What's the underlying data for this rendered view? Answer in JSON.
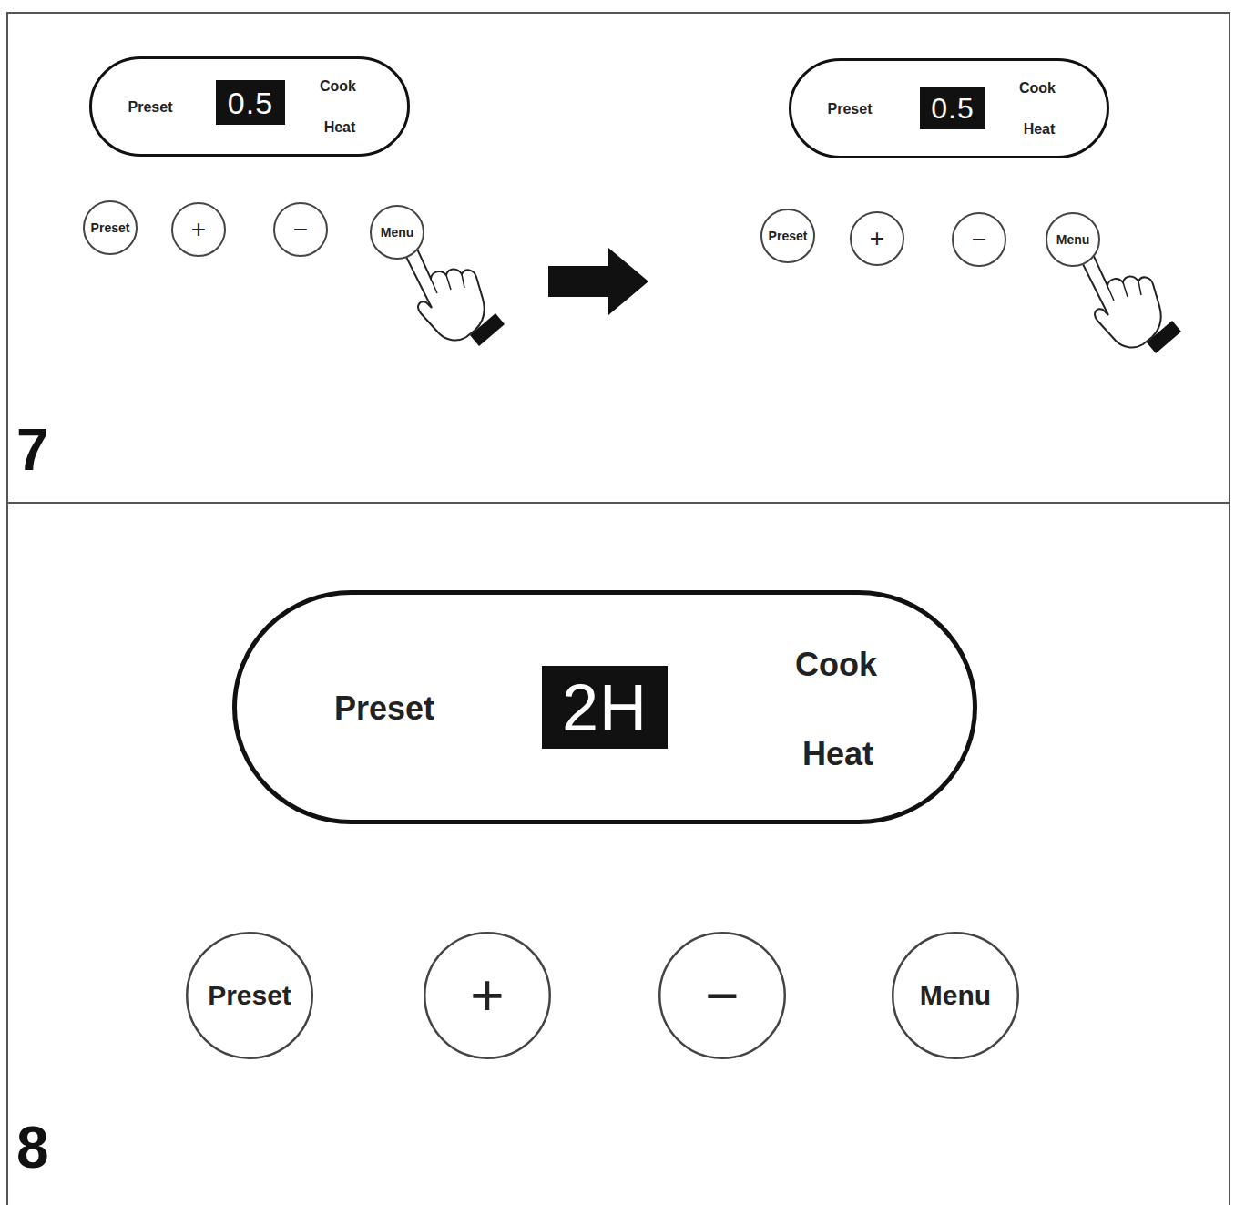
{
  "diagram": {
    "nodes": [
      {
        "text": [
          "Preset",
          "Cook",
          "Heat"
        ]
      },
      {
        "text": [
          "0.5"
        ],
        "in": 0
      },
      {
        "text": [
          "Preset"
        ]
      },
      {
        "text": [
          "+"
        ]
      },
      {
        "text": [
          "−"
        ]
      },
      {
        "text": [
          "Menu"
        ]
      },
      {
        "text": [
          "Preset",
          "Cook",
          "Heat"
        ]
      },
      {
        "text": [
          "0.5"
        ],
        "in": 6
      },
      {
        "text": [
          "Preset"
        ]
      },
      {
        "text": [
          "+"
        ]
      },
      {
        "text": [
          "−"
        ]
      },
      {
        "text": [
          "Menu"
        ]
      },
      {
        "text": [
          "Preset",
          "Cook",
          "Heat"
        ]
      },
      {
        "text": [
          "2H"
        ],
        "in": 12
      },
      {
        "text": [
          "Preset"
        ]
      },
      {
        "text": [
          "+"
        ]
      },
      {
        "text": [
          "−"
        ]
      },
      {
        "text": [
          "Menu"
        ]
      }
    ],
    "labels": [
      "7",
      "8"
    ]
  }
}
